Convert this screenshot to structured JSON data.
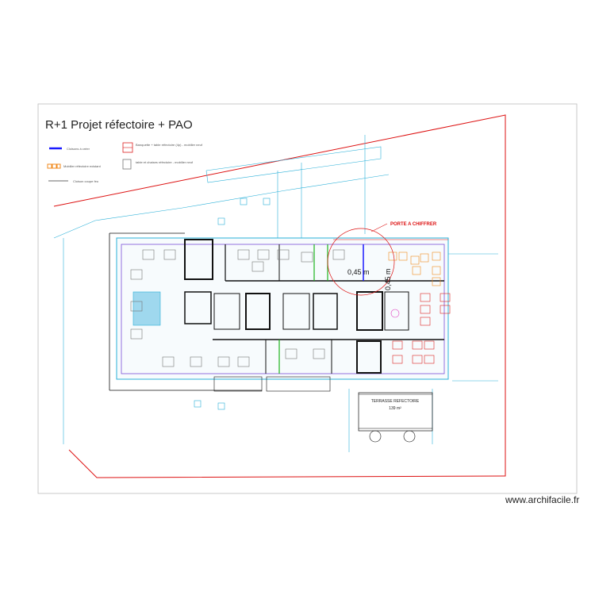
{
  "title": "R+1 Projet réfectoire + PAO",
  "legend": {
    "items": [
      {
        "label": "Cloisons à créer",
        "color": "#1a1aff"
      },
      {
        "label": "Mobilier réfectoire existant",
        "color": "#f08a1c"
      },
      {
        "label": "Cloison coupe feu",
        "color": "#888888"
      },
      {
        "label": "Banquette + table réfectoire (4p) - mobilier neuf",
        "color": "#d22"
      },
      {
        "label": "table et chaises réfectoire - mobilier neuf",
        "color": "#777777"
      }
    ]
  },
  "annotations": {
    "door_note": "PORTE A CHIFFRER",
    "dimension_1": "0,45 m",
    "dimension_2": "0,45 m",
    "terrace_name": "TERRASSE REFECTOIRE",
    "terrace_area": "139 m²"
  },
  "colors": {
    "outline": "#d11",
    "walls": "#111",
    "partitions": "#7a4fd9",
    "glazing": "#2ab0d8",
    "existing_furniture": "#f08a1c",
    "new_partition": "#1a1aff"
  },
  "footer": "www.archifacile.fr"
}
